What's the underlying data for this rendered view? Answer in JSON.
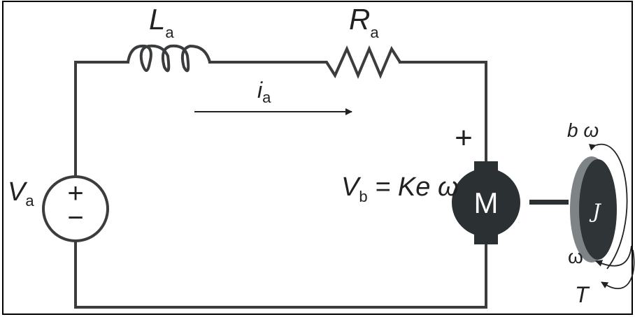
{
  "colors": {
    "wire": "#3a3c3e",
    "motor_body": "#2b3032",
    "motor_text": "#ffffff",
    "disk_face": "#2f3436",
    "disk_rim": "#7e8386",
    "frame": "#000000",
    "label": "#222222"
  },
  "labels": {
    "inductor_symbol": "L",
    "inductor_sub": "a",
    "resistor_symbol": "R",
    "resistor_sub": "a",
    "current_symbol": "i",
    "current_sub": "a",
    "source_symbol": "V",
    "source_sub": "a",
    "source_plus": "+",
    "source_minus": "−",
    "motor_plus": "+",
    "backemf_symbol": "V",
    "backemf_sub": "b",
    "backemf_eq": " = Ke ω",
    "motor_letter": "M",
    "inertia_symbol": "J",
    "damping_label": "b ω",
    "speed_label": "ω",
    "torque_label": "T"
  }
}
